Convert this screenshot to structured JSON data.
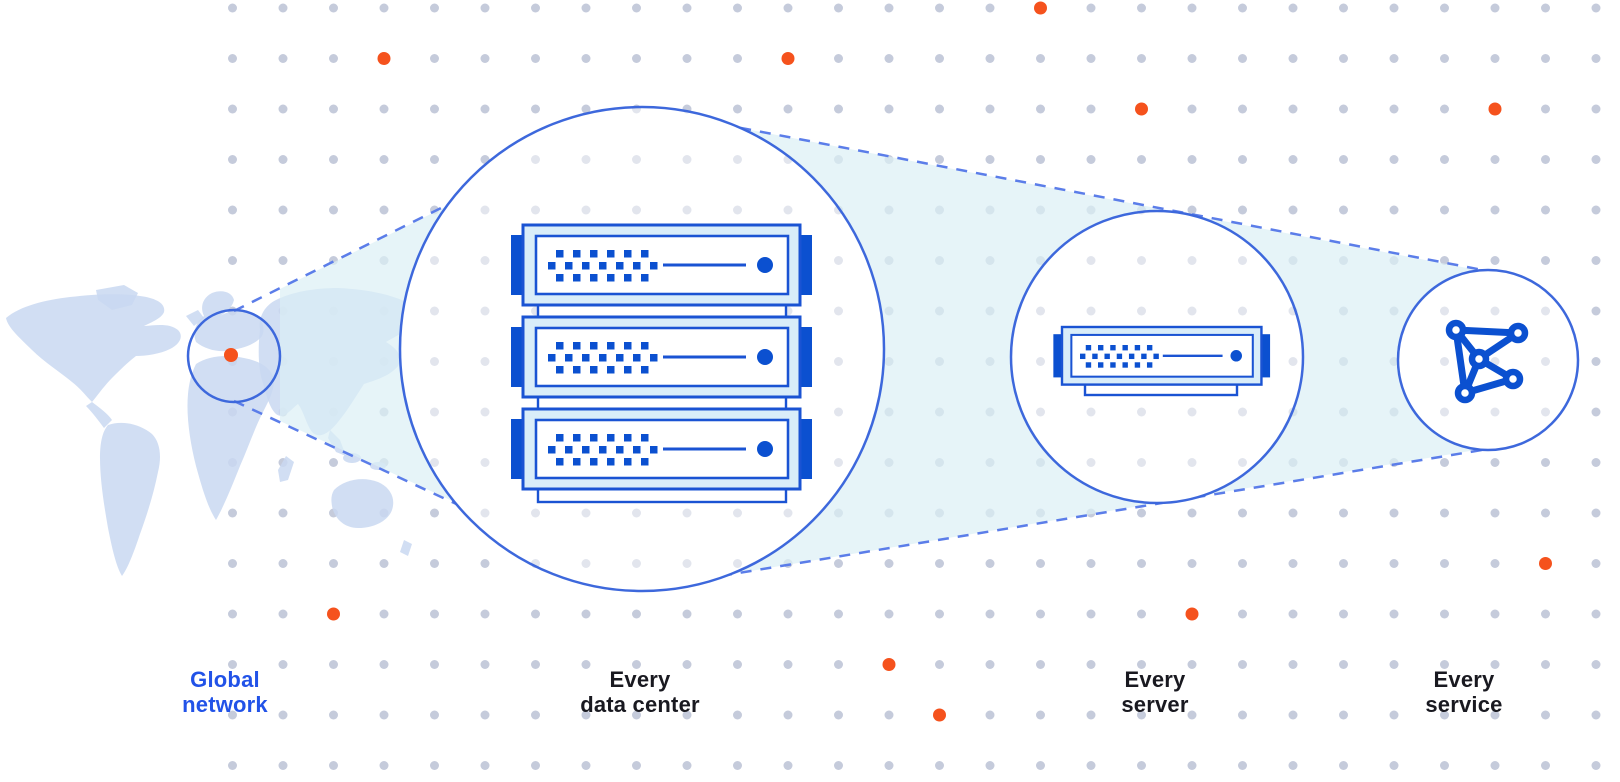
{
  "diagram": {
    "name": "global-network-zoom-diagram",
    "stages": [
      {
        "id": "global-network",
        "label_line1": "Global",
        "label_line2": "network",
        "emphasis": "blue"
      },
      {
        "id": "every-data-center",
        "label_line1": "Every",
        "label_line2": "data center",
        "emphasis": "dark"
      },
      {
        "id": "every-server",
        "label_line1": "Every",
        "label_line2": "server",
        "emphasis": "dark"
      },
      {
        "id": "every-service",
        "label_line1": "Every",
        "label_line2": "service",
        "emphasis": "dark"
      }
    ],
    "icons": [
      "world-map-icon",
      "location-marker-icon",
      "map-zoom-circle-icon",
      "server-rack-icon",
      "server-unit-icon",
      "network-graph-icon",
      "dot-grid-background"
    ],
    "colors": {
      "orange_accent": "#F5521D",
      "server_blue": "#0B50D0",
      "outline_blue": "#1A53D3",
      "circle_stroke": "#3D68DC",
      "dashed_blue": "#5B7DE9",
      "beam_fill": "#DCEFF5",
      "frame_fill": "#D9EDF9",
      "map_fill": "#C9D8F1",
      "grid_dot": "#C5CBDB",
      "label_blue": "#2152E8",
      "label_dark": "#191920"
    }
  }
}
